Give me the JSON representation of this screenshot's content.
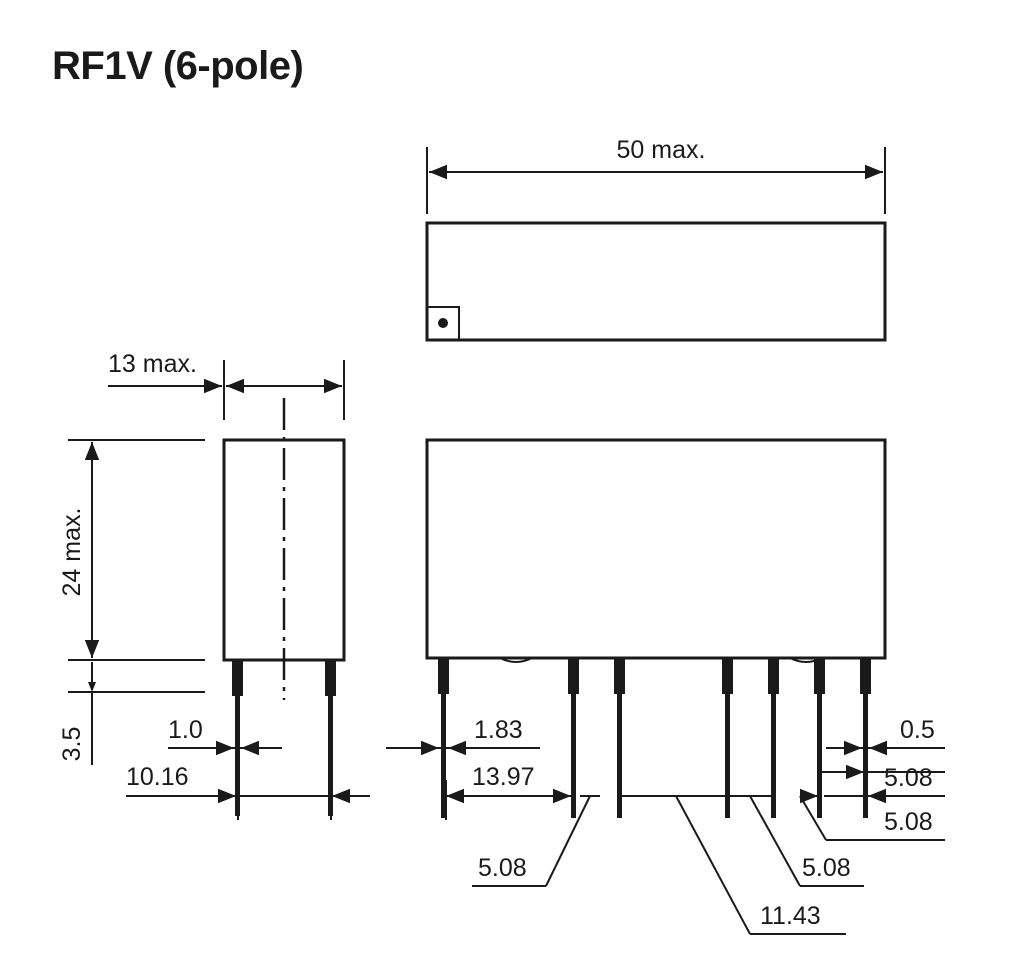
{
  "title": "RF1V (6-pole)",
  "dimensions": {
    "length": "50 max.",
    "width": "13 max.",
    "height": "24 max.",
    "pin_length": "3.5",
    "pin_width_side": "1.0",
    "side_pin_pitch": "10.16",
    "pin_width_front": "1.83",
    "pin_span_left": "13.97",
    "pin_thickness": "0.5",
    "pitch_right_a": "5.08",
    "pitch_right_b": "5.08",
    "pitch_left": "5.08",
    "pitch_middle": "11.43",
    "pitch_right_c": "5.08"
  }
}
